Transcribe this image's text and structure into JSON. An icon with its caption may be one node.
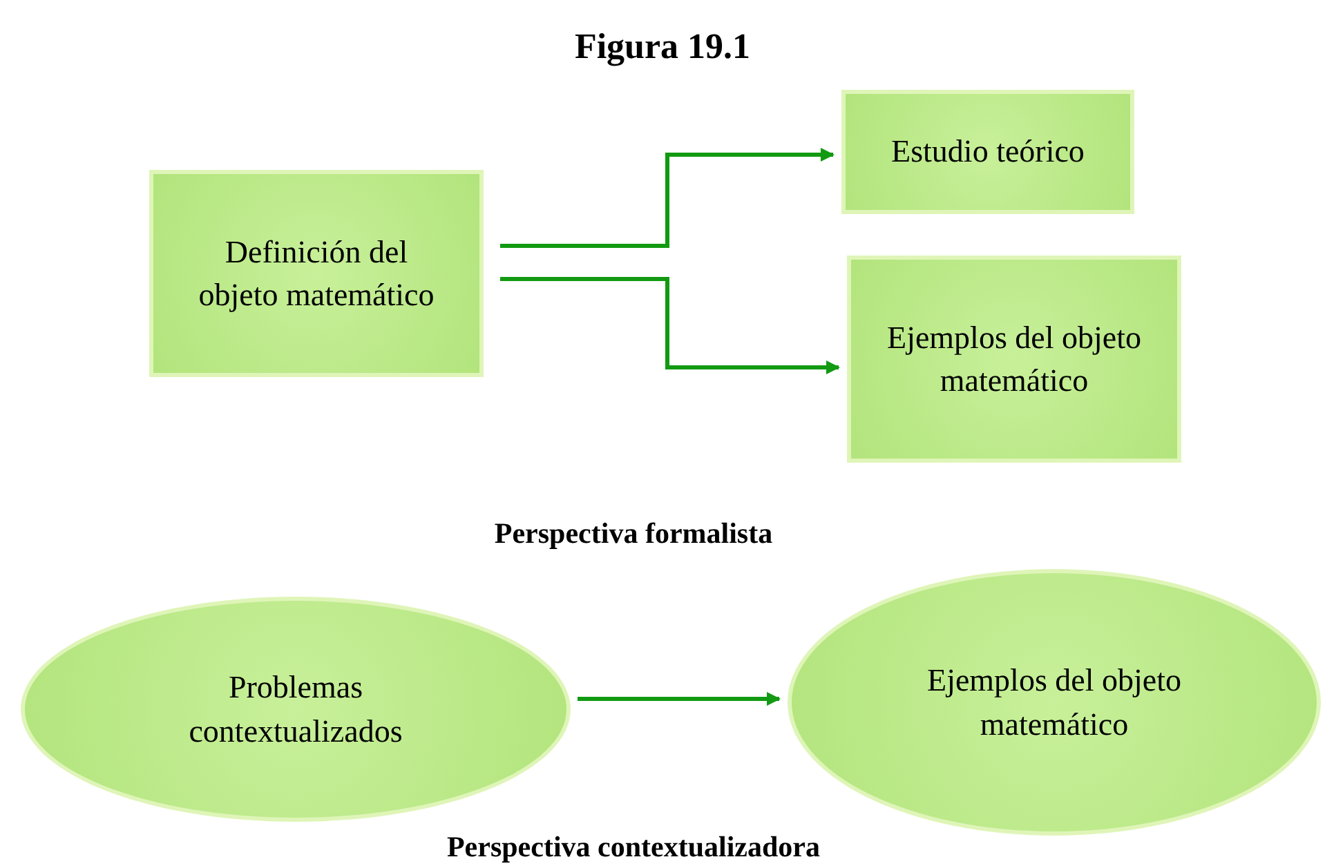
{
  "diagram": {
    "title": "Figura 19.1",
    "nodes": [
      {
        "text": [
          "Definición del objeto matemático"
        ]
      },
      {
        "text": [
          "Estudio teórico"
        ]
      },
      {
        "text": [
          "Ejemplos del objeto matemático"
        ]
      },
      {
        "text": [
          "Problemas contextualizados"
        ]
      },
      {
        "text": [
          "Ejemplos del objeto matemático"
        ]
      }
    ],
    "edges": [
      {
        "from": 0,
        "to": 1,
        "arrow": "to"
      },
      {
        "from": 0,
        "to": 2,
        "arrow": "to"
      },
      {
        "from": 3,
        "to": 4,
        "arrow": "to"
      }
    ],
    "labels": [
      "Perspectiva formalista",
      "Perspectiva contextualizadora"
    ]
  }
}
